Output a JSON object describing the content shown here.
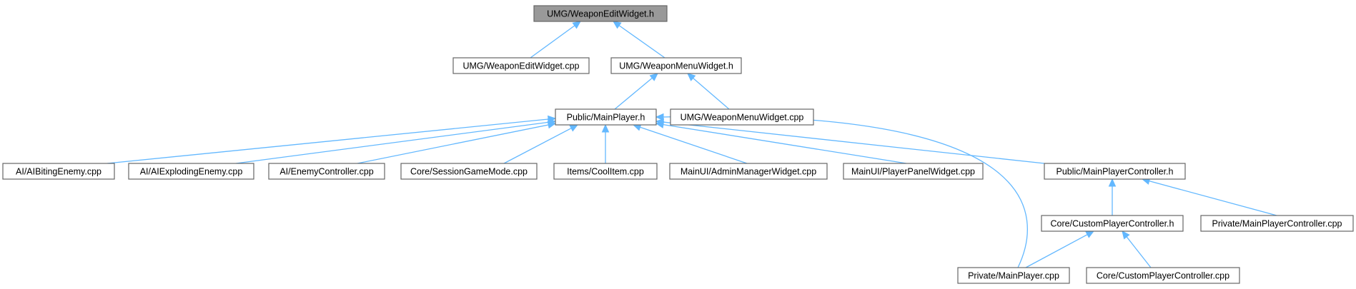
{
  "graph": {
    "accent_color": "#63b8ff",
    "root_fill": "#999999",
    "nodes": [
      {
        "id": "n0",
        "label": "UMG/WeaponEditWidget.h",
        "root": true
      },
      {
        "id": "n1",
        "label": "UMG/WeaponEditWidget.cpp"
      },
      {
        "id": "n2",
        "label": "UMG/WeaponMenuWidget.h"
      },
      {
        "id": "n3",
        "label": "Public/MainPlayer.h"
      },
      {
        "id": "n4",
        "label": "UMG/WeaponMenuWidget.cpp"
      },
      {
        "id": "n5",
        "label": "AI/AIBitingEnemy.cpp"
      },
      {
        "id": "n6",
        "label": "AI/AIExplodingEnemy.cpp"
      },
      {
        "id": "n7",
        "label": "AI/EnemyController.cpp"
      },
      {
        "id": "n8",
        "label": "Core/SessionGameMode.cpp"
      },
      {
        "id": "n9",
        "label": "Items/CoolItem.cpp"
      },
      {
        "id": "n10",
        "label": "MainUI/AdminManagerWidget.cpp"
      },
      {
        "id": "n11",
        "label": "MainUI/PlayerPanelWidget.cpp"
      },
      {
        "id": "n12",
        "label": "Public/MainPlayerController.h"
      },
      {
        "id": "n13",
        "label": "Core/CustomPlayerController.h"
      },
      {
        "id": "n14",
        "label": "Private/MainPlayerController.cpp"
      },
      {
        "id": "n15",
        "label": "Private/MainPlayer.cpp"
      },
      {
        "id": "n16",
        "label": "Core/CustomPlayerController.cpp"
      }
    ],
    "edges": [
      [
        "n1",
        "n0"
      ],
      [
        "n2",
        "n0"
      ],
      [
        "n3",
        "n2"
      ],
      [
        "n4",
        "n2"
      ],
      [
        "n5",
        "n3"
      ],
      [
        "n6",
        "n3"
      ],
      [
        "n7",
        "n3"
      ],
      [
        "n8",
        "n3"
      ],
      [
        "n9",
        "n3"
      ],
      [
        "n10",
        "n3"
      ],
      [
        "n11",
        "n3"
      ],
      [
        "n12",
        "n3"
      ],
      [
        "n15",
        "n3"
      ],
      [
        "n13",
        "n12"
      ],
      [
        "n14",
        "n12"
      ],
      [
        "n15",
        "n13"
      ],
      [
        "n16",
        "n13"
      ]
    ]
  }
}
